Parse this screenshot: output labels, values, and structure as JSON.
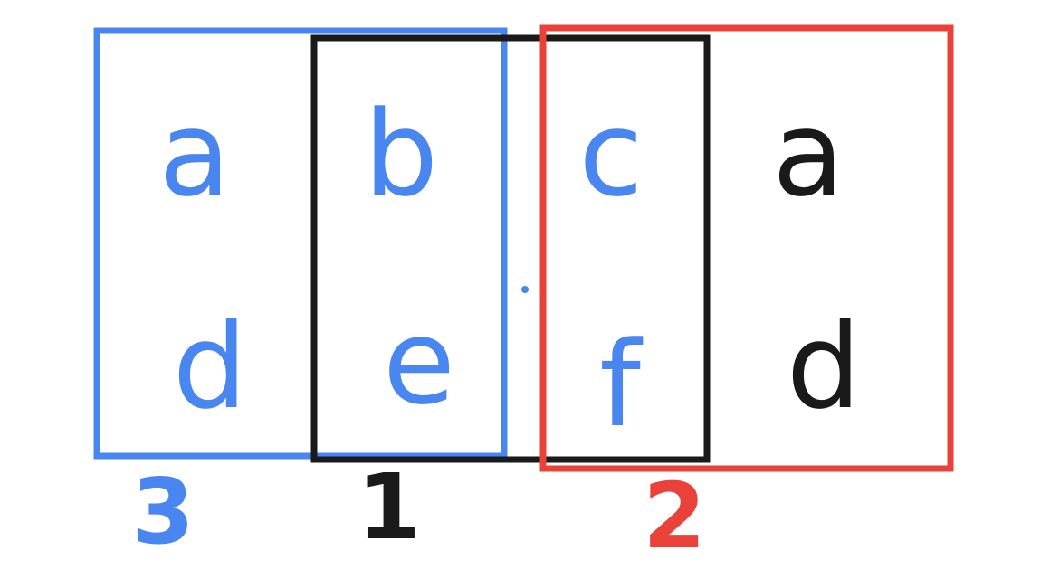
{
  "colors": {
    "blue": "#4A86F0",
    "black": "#1A1A1A",
    "red": "#EA4138",
    "background": "#FFFFFF"
  },
  "boxes": {
    "box_1": {
      "label": "1",
      "color": "black"
    },
    "box_2": {
      "label": "2",
      "color": "red"
    },
    "box_3": {
      "label": "3",
      "color": "blue"
    }
  },
  "letters": {
    "top_row": [
      {
        "text": "a",
        "color": "blue"
      },
      {
        "text": "b",
        "color": "blue"
      },
      {
        "text": "c",
        "color": "blue"
      },
      {
        "text": "a",
        "color": "black"
      }
    ],
    "bottom_row": [
      {
        "text": "d",
        "color": "blue"
      },
      {
        "text": "e",
        "color": "blue"
      },
      {
        "text": "f",
        "color": "blue"
      },
      {
        "text": "d",
        "color": "black"
      }
    ]
  }
}
